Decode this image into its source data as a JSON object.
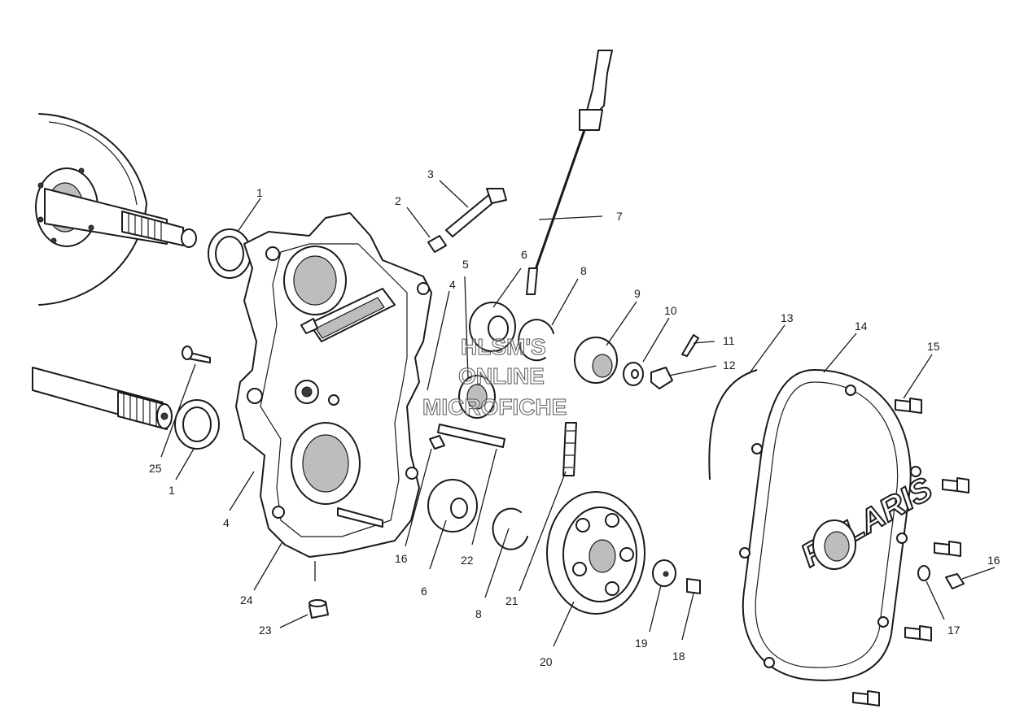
{
  "diagram": {
    "callouts": [
      "1",
      "2",
      "3",
      "4",
      "5",
      "6",
      "7",
      "8",
      "9",
      "10",
      "11",
      "12",
      "13",
      "14",
      "15",
      "16",
      "17",
      "18",
      "19",
      "20",
      "21",
      "22",
      "23",
      "24",
      "25",
      "1",
      "4",
      "6",
      "8",
      "16"
    ],
    "brand_text": "POLARIS",
    "watermark": {
      "line1": "HLSM'S",
      "line2": "ONLINE",
      "line3": "MICROFICHE"
    }
  }
}
